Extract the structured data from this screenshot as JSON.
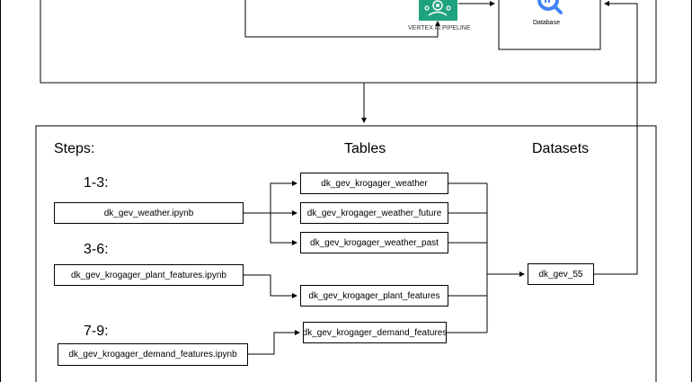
{
  "top_section": {
    "vertex_label": "VERTEX AI PIPELINE",
    "database_label": "Database",
    "colors": {
      "vertex_icon": "#1fa37f",
      "database_icon": "#4285f4"
    },
    "icons": [
      "vertex-ai-pipeline-icon",
      "bigquery-icon"
    ]
  },
  "headings": {
    "steps": "Steps:",
    "tables": "Tables",
    "datasets": "Datasets"
  },
  "steps": [
    {
      "range": "1-3:",
      "notebook": "dk_gev_weather.ipynb"
    },
    {
      "range": "3-6:",
      "notebook": "dk_gev_krogager_plant_features.ipynb"
    },
    {
      "range": "7-9:",
      "notebook": "dk_gev_krogager_demand_features.ipynb"
    }
  ],
  "tables": [
    "dk_gev_krogager_weather",
    "dk_gev_krogager_weather_future",
    "dk_gev_krogager_weather_past",
    "dk_gev_krogager_plant_features",
    "dk_gev_krogager_demand_features"
  ],
  "dataset": "dk_gev_55"
}
